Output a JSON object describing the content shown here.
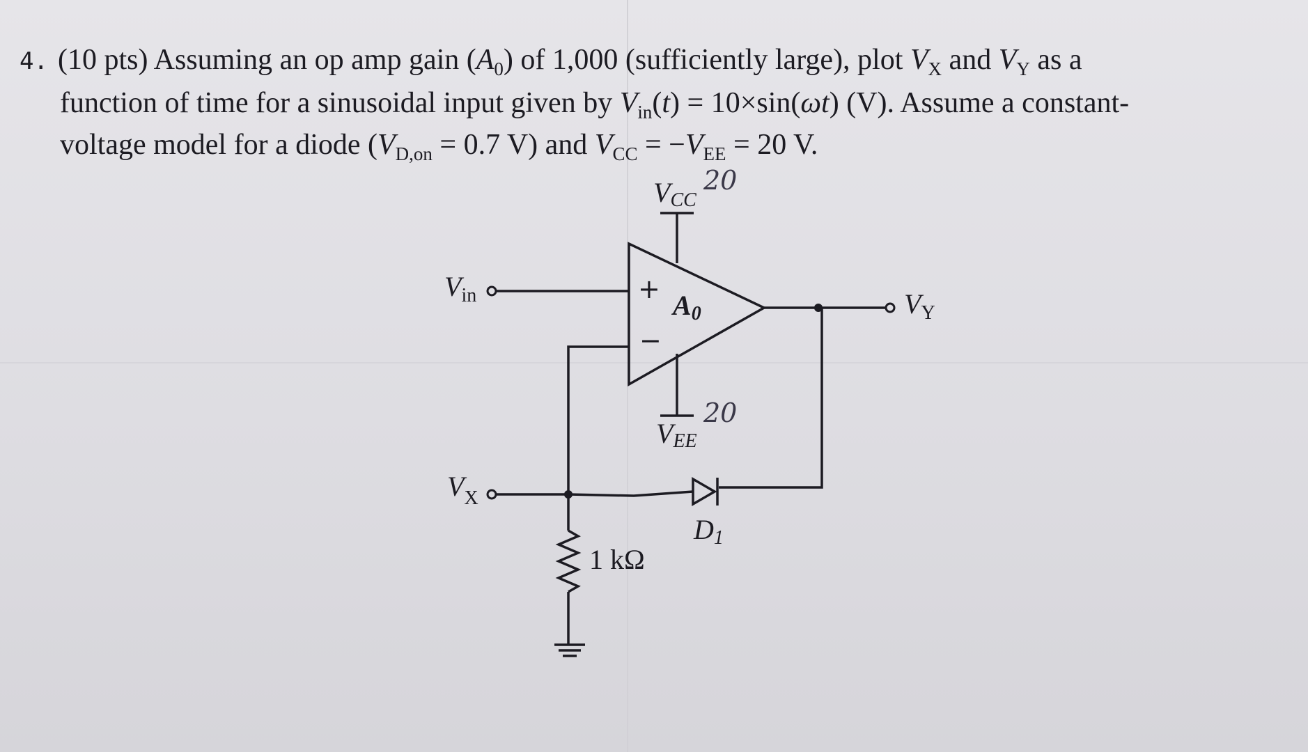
{
  "problem": {
    "number": "4.",
    "points": "(10 pts)",
    "line1": {
      "t1": "Assuming an op amp gain (",
      "a_sym": "A",
      "a_sub": "0",
      "t2": ") of 1,000 (sufficiently large), plot ",
      "vx_sym": "V",
      "vx_sub": "X",
      "t3": " and ",
      "vy_sym": "V",
      "vy_sub": "Y",
      "t4": " as a"
    },
    "line2": {
      "t1": "function of time for a sinusoidal input given by ",
      "vin_sym": "V",
      "vin_sub": "in",
      "t2": "(",
      "t_sym": "t",
      "t3": ") = 10×sin(",
      "wt_sym": "ωt",
      "t4": ") (V). Assume a constant-"
    },
    "line3": {
      "t1": "voltage model for a diode (",
      "vd_sym": "V",
      "vd_sub": "D,on",
      "t2": " = 0.7 V) and ",
      "vcc_sym": "V",
      "vcc_sub": "CC",
      "t3": " = −",
      "vee_sym": "V",
      "vee_sub": "EE",
      "t4": " = 20 V."
    }
  },
  "circuit": {
    "vcc": {
      "sym": "V",
      "sub": "CC"
    },
    "vee": {
      "sym": "V",
      "sub": "EE"
    },
    "vin": {
      "sym": "V",
      "sub": "in"
    },
    "vx": {
      "sym": "V",
      "sub": "X"
    },
    "vy": {
      "sym": "V",
      "sub": "Y"
    },
    "opamp": {
      "gain_sym": "A",
      "gain_sub": "0",
      "plus": "+",
      "minus": "−"
    },
    "resistor": {
      "value": "1 kΩ"
    },
    "diode": {
      "sym": "D",
      "sub": "1"
    }
  },
  "handwriting": {
    "vcc_note": "20",
    "vee_note": "20"
  },
  "colors": {
    "ink": "#1c1b22",
    "paper": "#e2e1e6",
    "pencil": "#3a3848"
  }
}
